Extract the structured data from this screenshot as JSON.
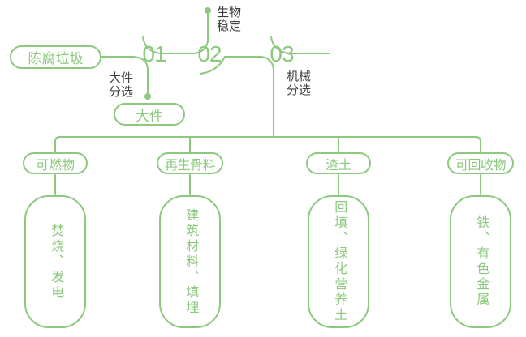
{
  "colors": {
    "line_green": "#8cc87e",
    "label_dark": "#3f3f3f",
    "background": "#ffffff"
  },
  "source": {
    "label": "陈腐垃圾"
  },
  "steps": [
    {
      "number": "01",
      "process": "大件\n分选",
      "output": "大件"
    },
    {
      "number": "02",
      "process": "生物\n稳定"
    },
    {
      "number": "03",
      "process": "机械\n分选"
    }
  ],
  "branches": [
    {
      "category": "可燃物",
      "products": "焚烧、发电"
    },
    {
      "category": "再生骨料",
      "products": "建筑材料、填埋"
    },
    {
      "category": "渣土",
      "products": "回填、绿化营养土"
    },
    {
      "category": "可回收物",
      "products": "铁、有色金属"
    }
  ]
}
